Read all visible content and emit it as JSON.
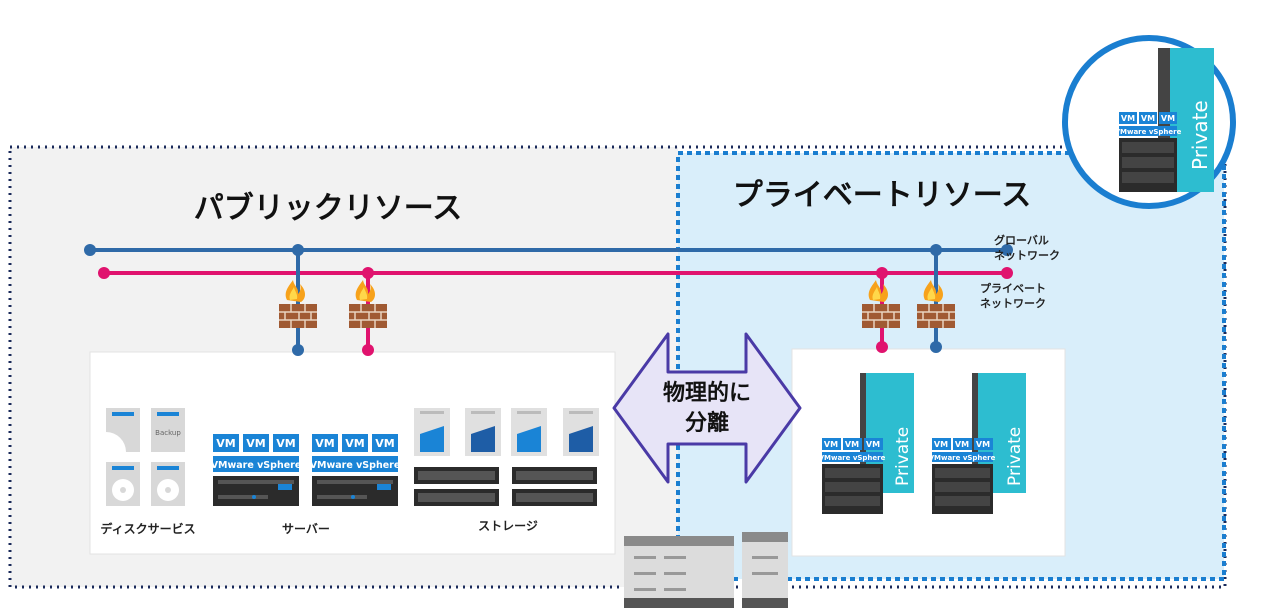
{
  "titles": {
    "public": "パブリックリソース",
    "private": "プライベートリソース"
  },
  "network": {
    "global_line1": "グローバル",
    "global_line2": "ネットワーク",
    "private_line1": "プライベート",
    "private_line2": "ネットワーク"
  },
  "labels": {
    "disk": "ディスクサービス",
    "server": "サーバー",
    "storage": "ストレージ",
    "backup": "Backup",
    "vm": "VM",
    "vsphere": "VMware vSphere",
    "private_word": "Private"
  },
  "separator": {
    "line1": "物理的に",
    "line2": "分離"
  },
  "colors": {
    "global_network": "#2f6aa8",
    "private_network": "#e0136e",
    "private_accent": "#2dbdd0",
    "vsphere_blue": "#1a84d6",
    "zone_public": "#f2f2f2",
    "zone_private": "#d9eefa",
    "arrow_fill": "#e7e4f7",
    "arrow_stroke": "#4a3aa6",
    "firewall_brick": "#a05a33"
  }
}
